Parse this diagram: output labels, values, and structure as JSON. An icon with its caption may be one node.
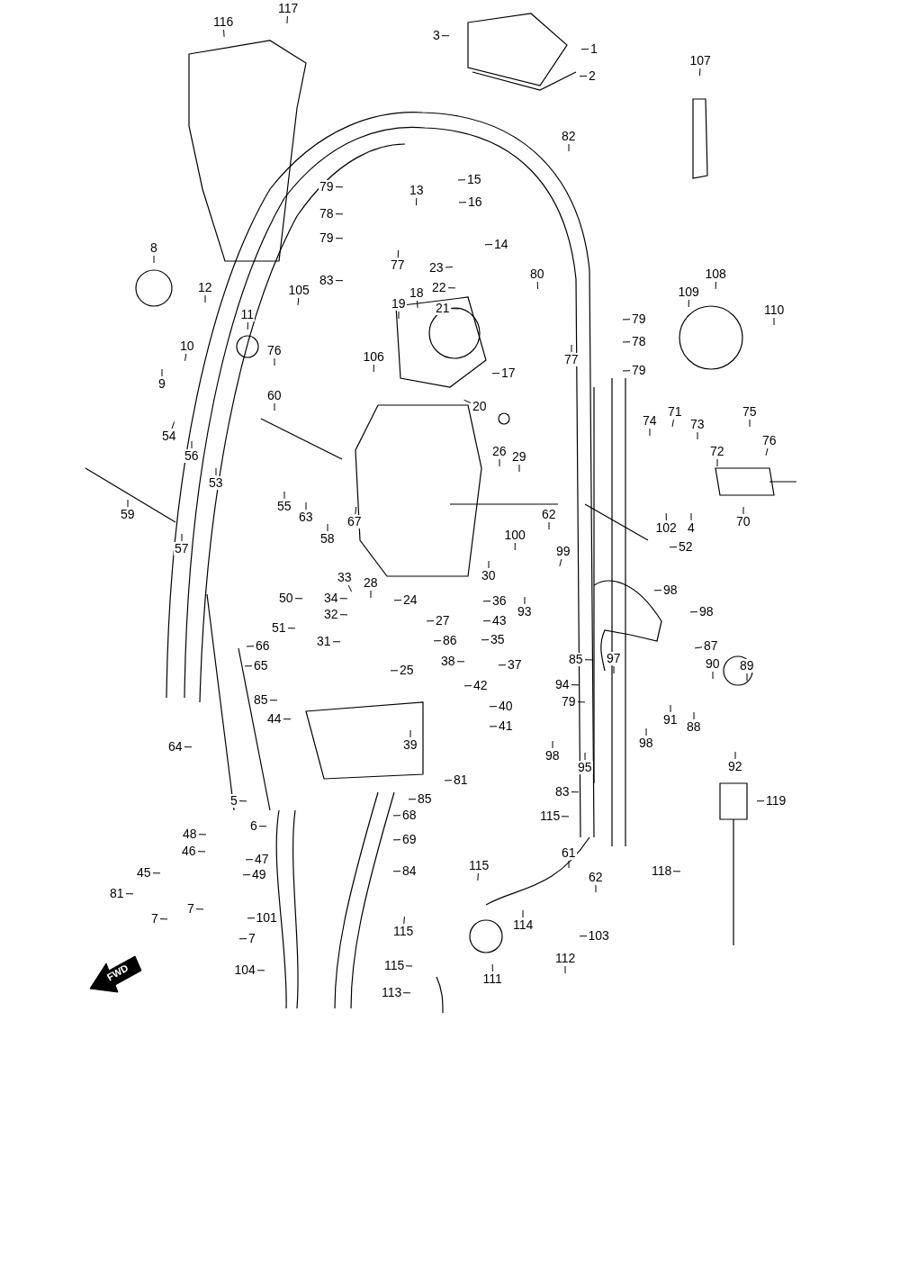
{
  "diagram": {
    "nodes": [
      {
        "text": [
          "117"
        ]
      },
      {
        "text": [
          "116"
        ]
      },
      {
        "text": [
          "3"
        ]
      },
      {
        "text": [
          "1"
        ]
      },
      {
        "text": [
          "2"
        ]
      },
      {
        "text": [
          "107"
        ]
      },
      {
        "text": [
          "82"
        ]
      },
      {
        "text": [
          "15"
        ]
      },
      {
        "text": [
          "79"
        ]
      },
      {
        "text": [
          "13"
        ]
      },
      {
        "text": [
          "16"
        ]
      },
      {
        "text": [
          "78"
        ]
      },
      {
        "text": [
          "79"
        ]
      },
      {
        "text": [
          "14"
        ]
      },
      {
        "text": [
          "77"
        ]
      },
      {
        "text": [
          "23"
        ]
      },
      {
        "text": [
          "80"
        ]
      },
      {
        "text": [
          "83"
        ]
      },
      {
        "text": [
          "108"
        ]
      },
      {
        "text": [
          "22"
        ]
      },
      {
        "text": [
          "105"
        ]
      },
      {
        "text": [
          "8"
        ]
      },
      {
        "text": [
          "12"
        ]
      },
      {
        "text": [
          "18"
        ]
      },
      {
        "text": [
          "21"
        ]
      },
      {
        "text": [
          "19"
        ]
      },
      {
        "text": [
          "109"
        ]
      },
      {
        "text": [
          "110"
        ]
      },
      {
        "text": [
          "11"
        ]
      },
      {
        "text": [
          "79"
        ]
      },
      {
        "text": [
          "78"
        ]
      },
      {
        "text": [
          "10"
        ]
      },
      {
        "text": [
          "76"
        ]
      },
      {
        "text": [
          "106"
        ]
      },
      {
        "text": [
          "77"
        ]
      },
      {
        "text": [
          "79"
        ]
      },
      {
        "text": [
          "17"
        ]
      },
      {
        "text": [
          "9"
        ]
      },
      {
        "text": [
          "60"
        ]
      },
      {
        "text": [
          "20"
        ]
      },
      {
        "text": [
          "74"
        ]
      },
      {
        "text": [
          "71"
        ]
      },
      {
        "text": [
          "73"
        ]
      },
      {
        "text": [
          "75"
        ]
      },
      {
        "text": [
          "76"
        ]
      },
      {
        "text": [
          "54"
        ]
      },
      {
        "text": [
          "72"
        ]
      },
      {
        "text": [
          "26"
        ]
      },
      {
        "text": [
          "56"
        ]
      },
      {
        "text": [
          "29"
        ]
      },
      {
        "text": [
          "53"
        ]
      },
      {
        "text": [
          "55"
        ]
      },
      {
        "text": [
          "63"
        ]
      },
      {
        "text": [
          "59"
        ]
      },
      {
        "text": [
          "58"
        ]
      },
      {
        "text": [
          "67"
        ]
      },
      {
        "text": [
          "62"
        ]
      },
      {
        "text": [
          "102"
        ]
      },
      {
        "text": [
          "4"
        ]
      },
      {
        "text": [
          "70"
        ]
      },
      {
        "text": [
          "100"
        ]
      },
      {
        "text": [
          "52"
        ]
      },
      {
        "text": [
          "57"
        ]
      },
      {
        "text": [
          "99"
        ]
      },
      {
        "text": [
          "30"
        ]
      },
      {
        "text": [
          "33"
        ]
      },
      {
        "text": [
          "28"
        ]
      },
      {
        "text": [
          "50"
        ]
      },
      {
        "text": [
          "34"
        ]
      },
      {
        "text": [
          "24"
        ]
      },
      {
        "text": [
          "36"
        ]
      },
      {
        "text": [
          "93"
        ]
      },
      {
        "text": [
          "32"
        ]
      },
      {
        "text": [
          "27"
        ]
      },
      {
        "text": [
          "43"
        ]
      },
      {
        "text": [
          "86"
        ]
      },
      {
        "text": [
          "51"
        ]
      },
      {
        "text": [
          "35"
        ]
      },
      {
        "text": [
          "31"
        ]
      },
      {
        "text": [
          "66"
        ]
      },
      {
        "text": [
          "37"
        ]
      },
      {
        "text": [
          "38"
        ]
      },
      {
        "text": [
          "65"
        ]
      },
      {
        "text": [
          "42"
        ]
      },
      {
        "text": [
          "25"
        ]
      },
      {
        "text": [
          "98"
        ]
      },
      {
        "text": [
          "98"
        ]
      },
      {
        "text": [
          "87"
        ]
      },
      {
        "text": [
          "85"
        ]
      },
      {
        "text": [
          "97"
        ]
      },
      {
        "text": [
          "90"
        ]
      },
      {
        "text": [
          "89"
        ]
      },
      {
        "text": [
          "94"
        ]
      },
      {
        "text": [
          "79"
        ]
      },
      {
        "text": [
          "40"
        ]
      },
      {
        "text": [
          "85"
        ]
      },
      {
        "text": [
          "91"
        ]
      },
      {
        "text": [
          "44"
        ]
      },
      {
        "text": [
          "41"
        ]
      },
      {
        "text": [
          "88"
        ]
      },
      {
        "text": [
          "39"
        ]
      },
      {
        "text": [
          "98"
        ]
      },
      {
        "text": [
          "98"
        ]
      },
      {
        "text": [
          "64"
        ]
      },
      {
        "text": [
          "92"
        ]
      },
      {
        "text": [
          "95"
        ]
      },
      {
        "text": [
          "81"
        ]
      },
      {
        "text": [
          "83"
        ]
      },
      {
        "text": [
          "5"
        ]
      },
      {
        "text": [
          "85"
        ]
      },
      {
        "text": [
          "119"
        ]
      },
      {
        "text": [
          "6"
        ]
      },
      {
        "text": [
          "115"
        ]
      },
      {
        "text": [
          "68"
        ]
      },
      {
        "text": [
          "69"
        ]
      },
      {
        "text": [
          "48"
        ]
      },
      {
        "text": [
          "61"
        ]
      },
      {
        "text": [
          "46"
        ]
      },
      {
        "text": [
          "47"
        ]
      },
      {
        "text": [
          "115"
        ]
      },
      {
        "text": [
          "84"
        ]
      },
      {
        "text": [
          "45"
        ]
      },
      {
        "text": [
          "49"
        ]
      },
      {
        "text": [
          "62"
        ]
      },
      {
        "text": [
          "118"
        ]
      },
      {
        "text": [
          "81"
        ]
      },
      {
        "text": [
          "7"
        ]
      },
      {
        "text": [
          "7"
        ]
      },
      {
        "text": [
          "101"
        ]
      },
      {
        "text": [
          "114"
        ]
      },
      {
        "text": [
          "115"
        ]
      },
      {
        "text": [
          "103"
        ]
      },
      {
        "text": [
          "7"
        ]
      },
      {
        "text": [
          "112"
        ]
      },
      {
        "text": [
          "115"
        ]
      },
      {
        "text": [
          "104"
        ]
      },
      {
        "text": [
          "111"
        ]
      },
      {
        "text": [
          "113"
        ]
      }
    ],
    "edges": [
      {
        "from": 0,
        "to": null,
        "arrow": "none"
      },
      {
        "from": 1,
        "to": null,
        "arrow": "none"
      },
      {
        "from": 2,
        "to": null,
        "arrow": "none"
      },
      {
        "from": 3,
        "to": null,
        "arrow": "none"
      },
      {
        "from": 4,
        "to": null,
        "arrow": "none"
      },
      {
        "from": 5,
        "to": null,
        "arrow": "none"
      },
      {
        "from": 6,
        "to": null,
        "arrow": "none"
      },
      {
        "from": 7,
        "to": null,
        "arrow": "none"
      },
      {
        "from": 8,
        "to": null,
        "arrow": "none"
      },
      {
        "from": 9,
        "to": null,
        "arrow": "none"
      },
      {
        "from": 10,
        "to": null,
        "arrow": "none"
      },
      {
        "from": 11,
        "to": null,
        "arrow": "none"
      },
      {
        "from": 12,
        "to": null,
        "arrow": "none"
      },
      {
        "from": 13,
        "to": null,
        "arrow": "none"
      },
      {
        "from": 14,
        "to": null,
        "arrow": "none"
      },
      {
        "from": 15,
        "to": null,
        "arrow": "none"
      },
      {
        "from": 16,
        "to": null,
        "arrow": "none"
      },
      {
        "from": 17,
        "to": null,
        "arrow": "none"
      },
      {
        "from": 18,
        "to": null,
        "arrow": "none"
      },
      {
        "from": 19,
        "to": null,
        "arrow": "none"
      },
      {
        "from": 20,
        "to": null,
        "arrow": "none"
      },
      {
        "from": 21,
        "to": null,
        "arrow": "none"
      },
      {
        "from": 22,
        "to": null,
        "arrow": "none"
      },
      {
        "from": 23,
        "to": null,
        "arrow": "none"
      },
      {
        "from": 24,
        "to": null,
        "arrow": "none"
      },
      {
        "from": 25,
        "to": null,
        "arrow": "none"
      },
      {
        "from": 26,
        "to": null,
        "arrow": "none"
      },
      {
        "from": 27,
        "to": null,
        "arrow": "none"
      },
      {
        "from": 28,
        "to": null,
        "arrow": "none"
      },
      {
        "from": 29,
        "to": null,
        "arrow": "none"
      },
      {
        "from": 30,
        "to": null,
        "arrow": "none"
      },
      {
        "from": 31,
        "to": null,
        "arrow": "none"
      },
      {
        "from": 32,
        "to": null,
        "arrow": "none"
      },
      {
        "from": 33,
        "to": null,
        "arrow": "none"
      },
      {
        "from": 34,
        "to": null,
        "arrow": "none"
      },
      {
        "from": 35,
        "to": null,
        "arrow": "none"
      },
      {
        "from": 36,
        "to": null,
        "arrow": "none"
      },
      {
        "from": 37,
        "to": null,
        "arrow": "none"
      },
      {
        "from": 38,
        "to": null,
        "arrow": "none"
      },
      {
        "from": 39,
        "to": null,
        "arrow": "none"
      },
      {
        "from": 40,
        "to": null,
        "arrow": "none"
      },
      {
        "from": 41,
        "to": null,
        "arrow": "none"
      },
      {
        "from": 42,
        "to": null,
        "arrow": "none"
      },
      {
        "from": 43,
        "to": null,
        "arrow": "none"
      },
      {
        "from": 44,
        "to": null,
        "arrow": "none"
      },
      {
        "from": 45,
        "to": null,
        "arrow": "none"
      },
      {
        "from": 46,
        "to": null,
        "arrow": "none"
      },
      {
        "from": 47,
        "to": null,
        "arrow": "none"
      },
      {
        "from": 48,
        "to": null,
        "arrow": "none"
      },
      {
        "from": 49,
        "to": null,
        "arrow": "none"
      },
      {
        "from": 50,
        "to": null,
        "arrow": "none"
      },
      {
        "from": 51,
        "to": null,
        "arrow": "none"
      },
      {
        "from": 52,
        "to": null,
        "arrow": "none"
      },
      {
        "from": 53,
        "to": null,
        "arrow": "none"
      },
      {
        "from": 54,
        "to": null,
        "arrow": "none"
      },
      {
        "from": 55,
        "to": null,
        "arrow": "none"
      },
      {
        "from": 56,
        "to": null,
        "arrow": "none"
      },
      {
        "from": 57,
        "to": null,
        "arrow": "none"
      },
      {
        "from": 58,
        "to": null,
        "arrow": "none"
      },
      {
        "from": 59,
        "to": null,
        "arrow": "none"
      },
      {
        "from": 60,
        "to": null,
        "arrow": "none"
      },
      {
        "from": 61,
        "to": null,
        "arrow": "none"
      },
      {
        "from": 62,
        "to": null,
        "arrow": "none"
      },
      {
        "from": 63,
        "to": null,
        "arrow": "none"
      },
      {
        "from": 64,
        "to": null,
        "arrow": "none"
      },
      {
        "from": 65,
        "to": null,
        "arrow": "none"
      },
      {
        "from": 66,
        "to": null,
        "arrow": "none"
      },
      {
        "from": 67,
        "to": null,
        "arrow": "none"
      },
      {
        "from": 68,
        "to": null,
        "arrow": "none"
      },
      {
        "from": 69,
        "to": null,
        "arrow": "none"
      },
      {
        "from": 70,
        "to": null,
        "arrow": "none"
      },
      {
        "from": 71,
        "to": null,
        "arrow": "none"
      },
      {
        "from": 72,
        "to": null,
        "arrow": "none"
      },
      {
        "from": 73,
        "to": null,
        "arrow": "none"
      },
      {
        "from": 74,
        "to": null,
        "arrow": "none"
      },
      {
        "from": 75,
        "to": null,
        "arrow": "none"
      },
      {
        "from": 76,
        "to": null,
        "arrow": "none"
      },
      {
        "from": 77,
        "to": null,
        "arrow": "none"
      },
      {
        "from": 78,
        "to": null,
        "arrow": "none"
      },
      {
        "from": 79,
        "to": null,
        "arrow": "none"
      },
      {
        "from": 80,
        "to": null,
        "arrow": "none"
      },
      {
        "from": 81,
        "to": null,
        "arrow": "none"
      },
      {
        "from": 82,
        "to": null,
        "arrow": "none"
      },
      {
        "from": 83,
        "to": null,
        "arrow": "none"
      },
      {
        "from": 84,
        "to": null,
        "arrow": "none"
      },
      {
        "from": 85,
        "to": null,
        "arrow": "none"
      },
      {
        "from": 86,
        "to": null,
        "arrow": "none"
      },
      {
        "from": 87,
        "to": null,
        "arrow": "none"
      },
      {
        "from": 88,
        "to": null,
        "arrow": "none"
      },
      {
        "from": 89,
        "to": null,
        "arrow": "none"
      },
      {
        "from": 90,
        "to": null,
        "arrow": "none"
      },
      {
        "from": 91,
        "to": null,
        "arrow": "none"
      },
      {
        "from": 92,
        "to": null,
        "arrow": "none"
      },
      {
        "from": 93,
        "to": null,
        "arrow": "none"
      },
      {
        "from": 94,
        "to": null,
        "arrow": "none"
      },
      {
        "from": 95,
        "to": null,
        "arrow": "none"
      },
      {
        "from": 96,
        "to": null,
        "arrow": "none"
      },
      {
        "from": 97,
        "to": null,
        "arrow": "none"
      },
      {
        "from": 98,
        "to": null,
        "arrow": "none"
      },
      {
        "from": 99,
        "to": null,
        "arrow": "none"
      },
      {
        "from": 100,
        "to": null,
        "arrow": "none"
      },
      {
        "from": 101,
        "to": null,
        "arrow": "none"
      },
      {
        "from": 102,
        "to": null,
        "arrow": "none"
      },
      {
        "from": 103,
        "to": null,
        "arrow": "none"
      },
      {
        "from": 104,
        "to": null,
        "arrow": "none"
      },
      {
        "from": 105,
        "to": null,
        "arrow": "none"
      },
      {
        "from": 106,
        "to": null,
        "arrow": "none"
      },
      {
        "from": 107,
        "to": null,
        "arrow": "none"
      },
      {
        "from": 108,
        "to": null,
        "arrow": "none"
      },
      {
        "from": 109,
        "to": null,
        "arrow": "none"
      },
      {
        "from": 110,
        "to": null,
        "arrow": "none"
      },
      {
        "from": 111,
        "to": null,
        "arrow": "none"
      },
      {
        "from": 112,
        "to": null,
        "arrow": "none"
      },
      {
        "from": 113,
        "to": null,
        "arrow": "none"
      },
      {
        "from": 114,
        "to": null,
        "arrow": "none"
      },
      {
        "from": 115,
        "to": null,
        "arrow": "none"
      },
      {
        "from": 116,
        "to": null,
        "arrow": "none"
      },
      {
        "from": 117,
        "to": null,
        "arrow": "none"
      },
      {
        "from": 118,
        "to": null,
        "arrow": "none"
      },
      {
        "from": 119,
        "to": null,
        "arrow": "none"
      },
      {
        "from": 120,
        "to": null,
        "arrow": "none"
      },
      {
        "from": 121,
        "to": null,
        "arrow": "none"
      },
      {
        "from": 122,
        "to": null,
        "arrow": "none"
      },
      {
        "from": 123,
        "to": null,
        "arrow": "none"
      },
      {
        "from": 124,
        "to": null,
        "arrow": "none"
      },
      {
        "from": 125,
        "to": null,
        "arrow": "none"
      },
      {
        "from": 126,
        "to": null,
        "arrow": "none"
      },
      {
        "from": 127,
        "to": null,
        "arrow": "none"
      },
      {
        "from": 128,
        "to": null,
        "arrow": "none"
      },
      {
        "from": 129,
        "to": null,
        "arrow": "none"
      },
      {
        "from": 130,
        "to": null,
        "arrow": "none"
      },
      {
        "from": 131,
        "to": null,
        "arrow": "none"
      },
      {
        "from": 132,
        "to": null,
        "arrow": "none"
      },
      {
        "from": 133,
        "to": null,
        "arrow": "none"
      },
      {
        "from": 134,
        "to": null,
        "arrow": "none"
      },
      {
        "from": 135,
        "to": null,
        "arrow": "none"
      },
      {
        "from": 136,
        "to": null,
        "arrow": "none"
      },
      {
        "from": 137,
        "to": null,
        "arrow": "none"
      }
    ],
    "labels": [
      "FWD"
    ]
  }
}
